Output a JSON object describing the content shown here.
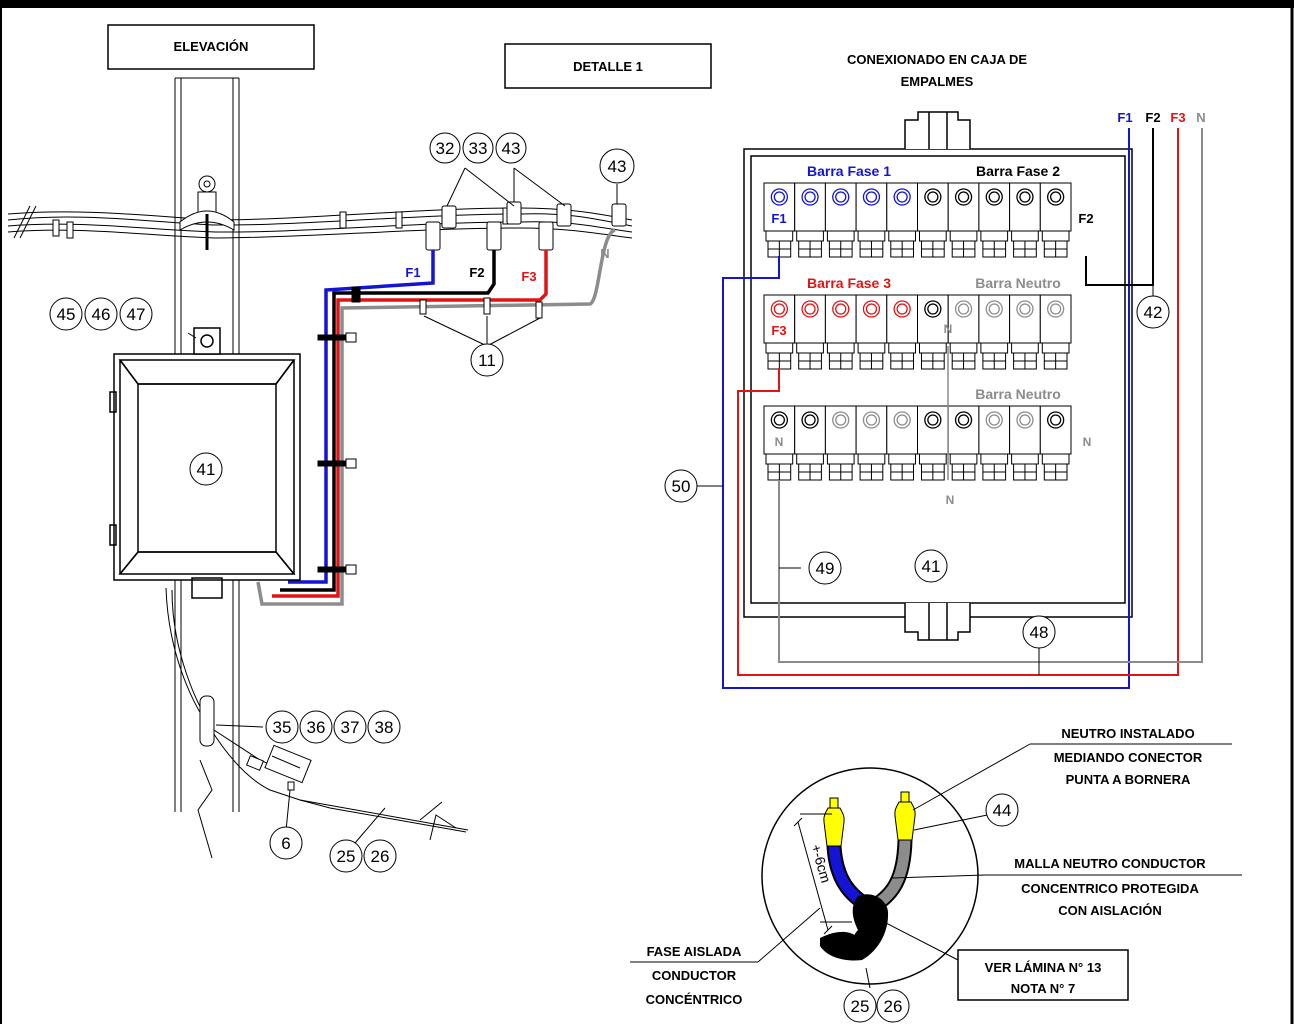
{
  "titles": {
    "elevacion": "ELEVACIÓN",
    "detalle": "DETALLE 1",
    "conexionado_1": "CONEXIONADO EN CAJA DE",
    "conexionado_2": "EMPALMES"
  },
  "phases": {
    "f1": "F1",
    "f2": "F2",
    "f3": "F3",
    "n": "N",
    "colors": {
      "f1": "#1414d2",
      "f2": "#000000",
      "f3": "#e01414",
      "n": "#8c8c8c",
      "insulator": "#ffff00"
    }
  },
  "bars": {
    "fase1": "Barra Fase 1",
    "fase2": "Barra Fase 2",
    "fase3": "Barra Fase 3",
    "neutro_top": "Barra Neutro",
    "neutro_bottom": "Barra Neutro"
  },
  "callouts": {
    "c32": "32",
    "c33": "33",
    "c43a": "43",
    "c43b": "43",
    "c45": "45",
    "c46": "46",
    "c47": "47",
    "c11": "11",
    "c41a": "41",
    "c41b": "41",
    "c35": "35",
    "c36": "36",
    "c37": "37",
    "c38": "38",
    "c6": "6",
    "c25a": "25",
    "c26a": "26",
    "c42": "42",
    "c50": "50",
    "c49": "49",
    "c48": "48",
    "c44": "44",
    "c25b": "25",
    "c26b": "26"
  },
  "notes": {
    "neutro_1": "NEUTRO INSTALADO",
    "neutro_2": "MEDIANDO CONECTOR",
    "neutro_3": "PUNTA A BORNERA",
    "malla_1": "MALLA NEUTRO CONDUCTOR",
    "malla_2": "CONCENTRICO PROTEGIDA",
    "malla_3": "CON AISLACIÓN",
    "fase_1": "FASE AISLADA",
    "fase_2": "CONDUCTOR",
    "fase_3": "CONCÉNTRICO",
    "ver_1": "VER LÁMINA N° 13",
    "ver_2": "NOTA N° 7",
    "dimension": "+-6cm"
  }
}
